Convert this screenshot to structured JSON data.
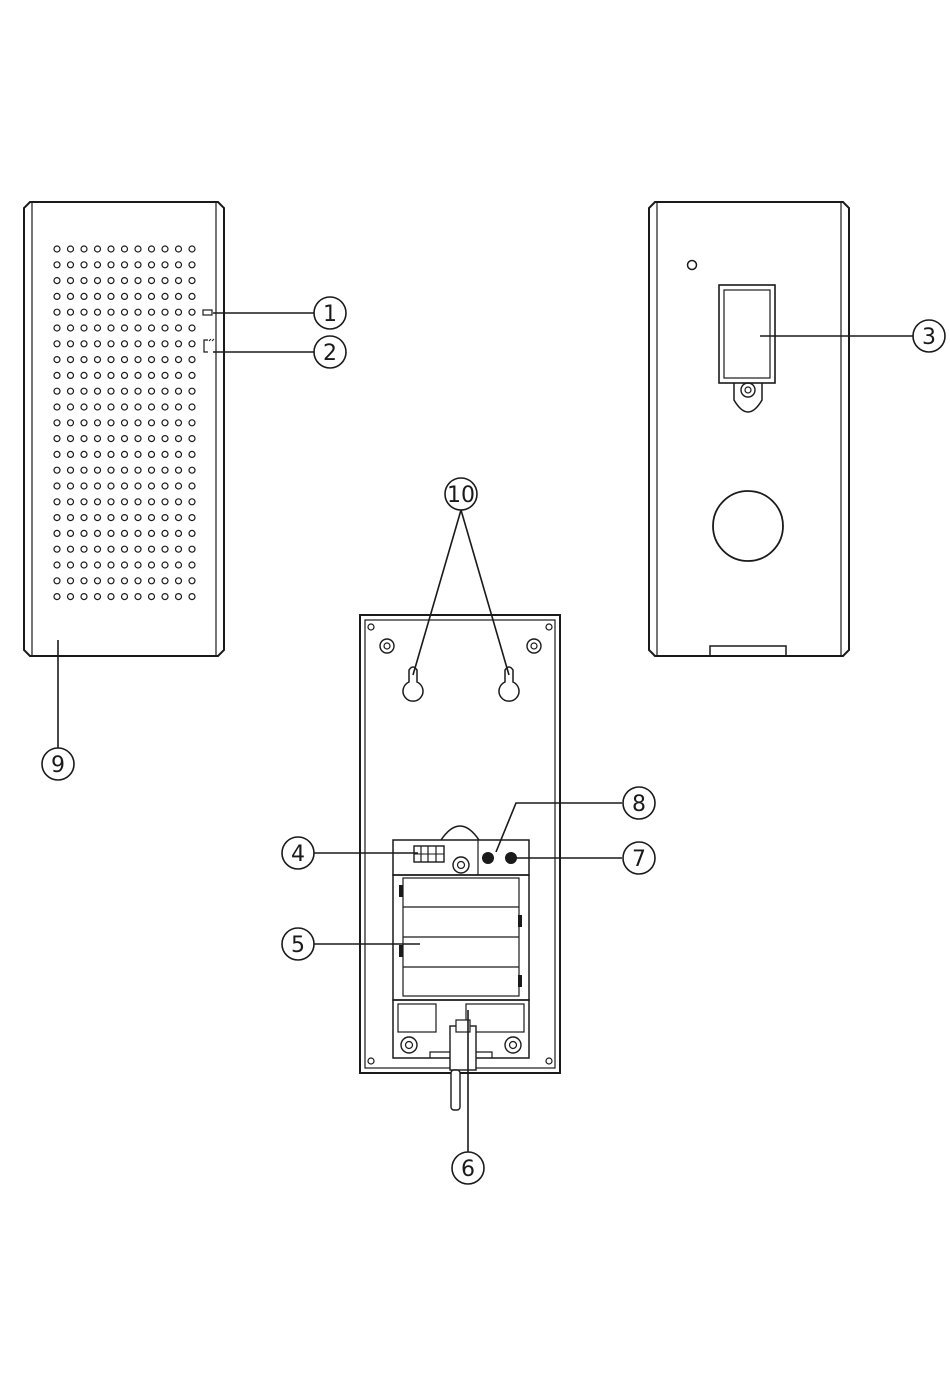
{
  "colors": {
    "line": "#1a1a1a",
    "fill": "#ffffff"
  },
  "callouts": {
    "c1": "1",
    "c2": "2",
    "c3": "3",
    "c4": "4",
    "c5": "5",
    "c6": "6",
    "c7": "7",
    "c8": "8",
    "c9": "9",
    "c10": "10"
  }
}
